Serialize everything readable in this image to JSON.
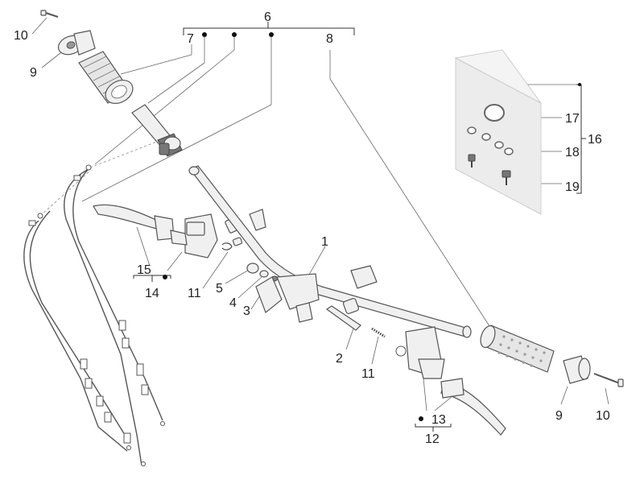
{
  "labels": {
    "l1": "1",
    "l2": "2",
    "l3": "3",
    "l4": "4",
    "l5": "5",
    "l6": "6",
    "l7": "7",
    "l8": "8",
    "l9a": "9",
    "l9b": "9",
    "l10a": "10",
    "l10b": "10",
    "l11a": "11",
    "l11b": "11",
    "l12": "12",
    "l13": "13",
    "l14": "14",
    "l15": "15",
    "l16": "16",
    "l17": "17",
    "l18": "18",
    "l19": "19"
  }
}
